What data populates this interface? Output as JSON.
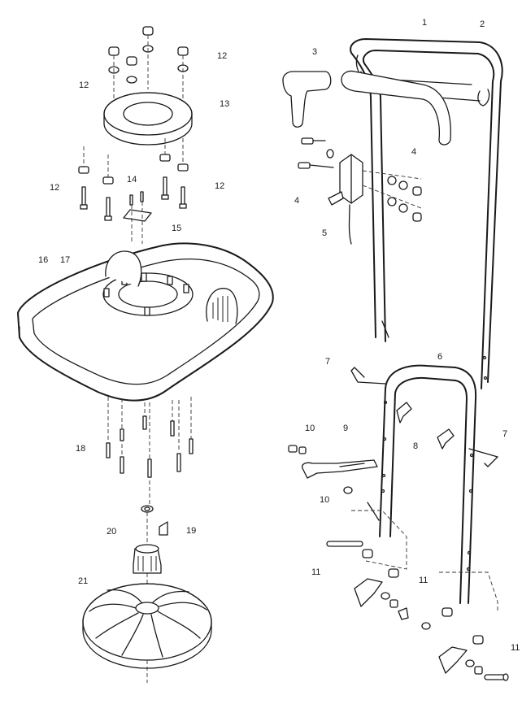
{
  "callouts": [
    {
      "id": "c1",
      "text": "1"
    },
    {
      "id": "c2",
      "text": "2"
    },
    {
      "id": "c3",
      "text": "3"
    },
    {
      "id": "c4a",
      "text": "4"
    },
    {
      "id": "c4b",
      "text": "4"
    },
    {
      "id": "c5",
      "text": "5"
    },
    {
      "id": "c6",
      "text": "6"
    },
    {
      "id": "c7a",
      "text": "7"
    },
    {
      "id": "c7b",
      "text": "7"
    },
    {
      "id": "c8",
      "text": "8"
    },
    {
      "id": "c9",
      "text": "9"
    },
    {
      "id": "c10a",
      "text": "10"
    },
    {
      "id": "c10b",
      "text": "10"
    },
    {
      "id": "c11a",
      "text": "11"
    },
    {
      "id": "c11b",
      "text": "11"
    },
    {
      "id": "c11c",
      "text": "11"
    },
    {
      "id": "c12a",
      "text": "12"
    },
    {
      "id": "c12b",
      "text": "12"
    },
    {
      "id": "c12c",
      "text": "12"
    },
    {
      "id": "c12d",
      "text": "12"
    },
    {
      "id": "c13",
      "text": "13"
    },
    {
      "id": "c14",
      "text": "14"
    },
    {
      "id": "c15",
      "text": "15"
    },
    {
      "id": "c16",
      "text": "16"
    },
    {
      "id": "c17",
      "text": "17"
    },
    {
      "id": "c18",
      "text": "18"
    },
    {
      "id": "c19",
      "text": "19"
    },
    {
      "id": "c20",
      "text": "20"
    },
    {
      "id": "c21",
      "text": "21"
    }
  ]
}
